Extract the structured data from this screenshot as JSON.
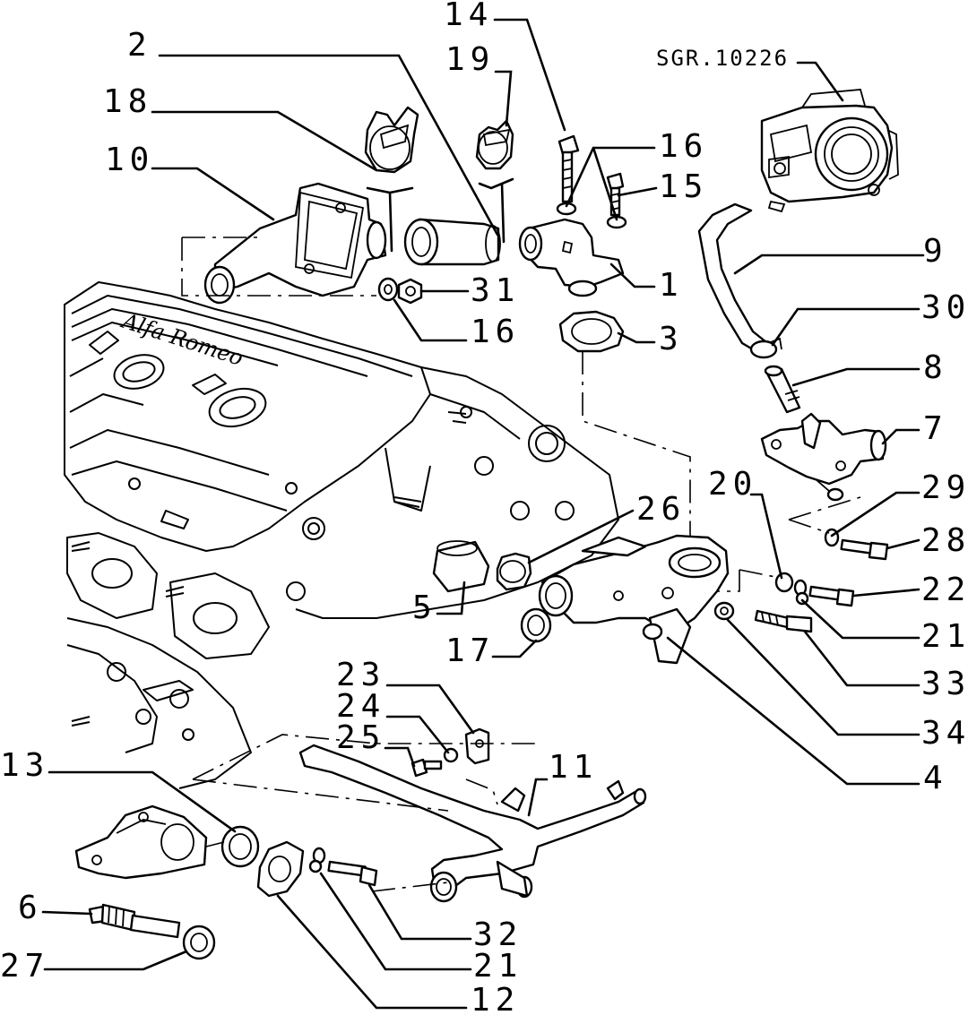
{
  "drawing_ref": "SGR.10226",
  "callouts": {
    "c1": "1",
    "c2": "2",
    "c3": "3",
    "c4": "4",
    "c5": "5",
    "c6": "6",
    "c7": "7",
    "c8": "8",
    "c9": "9",
    "c10": "10",
    "c11": "11",
    "c12": "12",
    "c13": "13",
    "c14": "14",
    "c15": "15",
    "c16a": "16",
    "c16b": "16",
    "c17": "17",
    "c18": "18",
    "c19": "19",
    "c20": "20",
    "c21a": "21",
    "c21b": "21",
    "c22": "22",
    "c23": "23",
    "c24": "24",
    "c25": "25",
    "c26": "26",
    "c27": "27",
    "c28": "28",
    "c29": "29",
    "c30": "30",
    "c31": "31",
    "c32": "32",
    "c33": "33",
    "c34": "34"
  }
}
